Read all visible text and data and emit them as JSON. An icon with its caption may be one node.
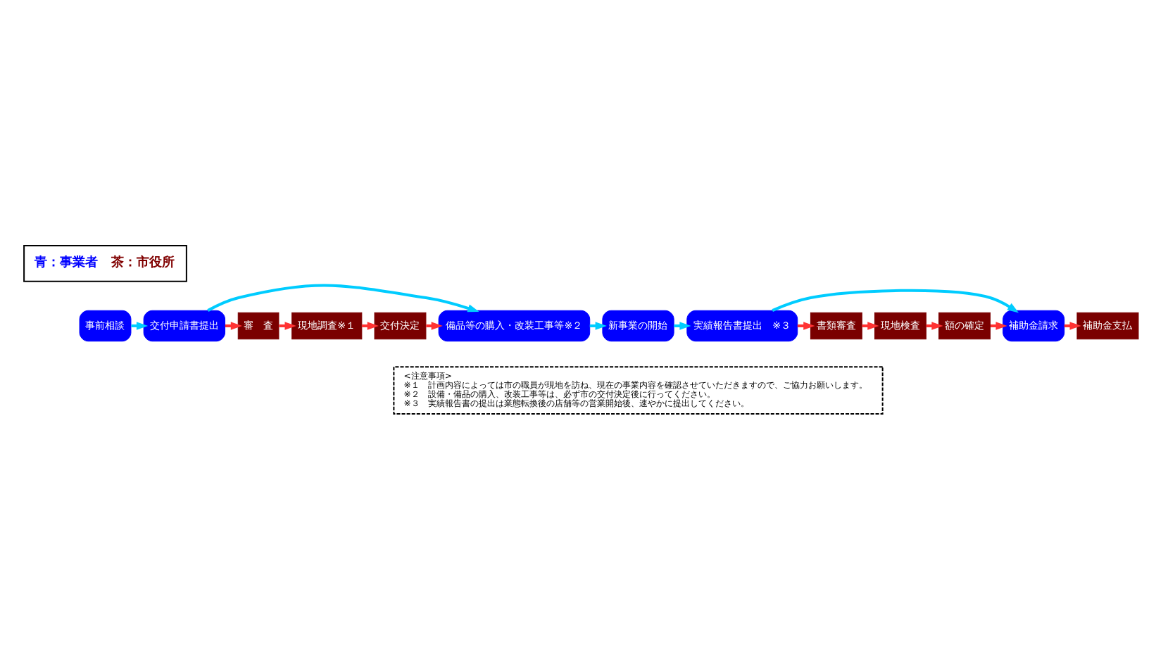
{
  "diagram": {
    "nodes": [
      {
        "text": [
          "事前相談"
        ]
      },
      {
        "text": [
          "交付申請書提出"
        ]
      },
      {
        "text": [
          "審　査"
        ]
      },
      {
        "text": [
          "現地調査※１"
        ]
      },
      {
        "text": [
          "交付決定"
        ]
      },
      {
        "text": [
          "備品等の購入・改装工事等※２"
        ]
      },
      {
        "text": [
          "新事業の開始"
        ]
      },
      {
        "text": [
          "実績報告書提出　※３"
        ]
      },
      {
        "text": [
          "書類審査"
        ]
      },
      {
        "text": [
          "現地検査"
        ]
      },
      {
        "text": [
          "額の確定"
        ]
      },
      {
        "text": [
          "補助金請求"
        ]
      },
      {
        "text": [
          "補助金支払"
        ]
      },
      {
        "text": [
          "<注意事項>",
          "※１　計画内容によっては市の職員が現地を訪ね、現在の事業内容を確認させていただきますので、ご協力お願いします。",
          "※２　設備・備品の購入、改装工事等は、必ず市の交付決定後に行ってください。",
          "※３　実績報告書の提出は業態転換後の店舗等の営業開始後、速やかに提出してください。"
        ]
      }
    ],
    "edges": [
      {
        "from": 0,
        "to": 1,
        "arrow": "to",
        "color": "#00ccff"
      },
      {
        "from": 1,
        "to": 5,
        "arrow": "to",
        "color": "#00ccff"
      },
      {
        "from": 1,
        "to": 2,
        "arrow": "to"
      },
      {
        "from": 2,
        "to": 3,
        "arrow": "to"
      },
      {
        "from": 3,
        "to": 4,
        "arrow": "to"
      },
      {
        "from": 4,
        "to": 5,
        "arrow": "to"
      },
      {
        "from": 5,
        "to": 6,
        "arrow": "to",
        "color": "#00ccff"
      },
      {
        "from": 6,
        "to": 7,
        "arrow": "to",
        "color": "#00ccff"
      },
      {
        "from": 7,
        "to": 11,
        "arrow": "to",
        "color": "#00ccff"
      },
      {
        "from": 7,
        "to": 8,
        "arrow": "to"
      },
      {
        "from": 8,
        "to": 9,
        "arrow": "to"
      },
      {
        "from": 9,
        "to": 10,
        "arrow": "to"
      },
      {
        "from": 10,
        "to": 11,
        "arrow": "to"
      },
      {
        "from": 11,
        "to": 12,
        "arrow": "to"
      }
    ],
    "legend": [
      {
        "text": "青：事業者",
        "color": "#0000ff"
      },
      {
        "text": "茶：市役所",
        "color": "#800000"
      }
    ]
  }
}
